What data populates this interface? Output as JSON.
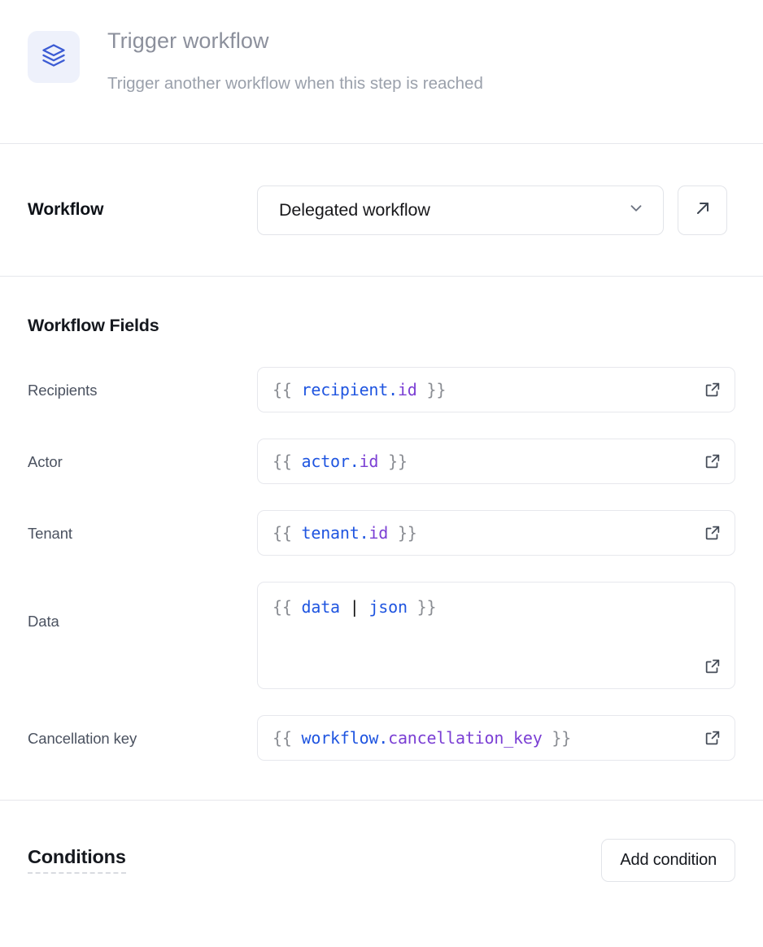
{
  "header": {
    "icon": "layers-icon",
    "icon_color": "#3b5bd4",
    "icon_bg": "#eef1fb",
    "title": "Trigger workflow",
    "subtitle": "Trigger another workflow when this step is reached"
  },
  "workflow": {
    "label": "Workflow",
    "select_value": "Delegated workflow",
    "select_icon": "chevron-down-icon",
    "open_button_icon": "arrow-up-right-icon"
  },
  "workflow_fields": {
    "title": "Workflow Fields",
    "rows": [
      {
        "label": "Recipients",
        "value": "{{ recipient.id }}",
        "tokens": [
          {
            "text": "{{ ",
            "type": "brace"
          },
          {
            "text": "recipient",
            "type": "obj"
          },
          {
            "text": ".",
            "type": "obj"
          },
          {
            "text": "id",
            "type": "prop"
          },
          {
            "text": " }}",
            "type": "brace"
          }
        ],
        "multiline": false,
        "expand_icon": "external-link-icon"
      },
      {
        "label": "Actor",
        "value": "{{ actor.id }}",
        "tokens": [
          {
            "text": "{{ ",
            "type": "brace"
          },
          {
            "text": "actor",
            "type": "obj"
          },
          {
            "text": ".",
            "type": "obj"
          },
          {
            "text": "id",
            "type": "prop"
          },
          {
            "text": " }}",
            "type": "brace"
          }
        ],
        "multiline": false,
        "expand_icon": "external-link-icon"
      },
      {
        "label": "Tenant",
        "value": "{{ tenant.id }}",
        "tokens": [
          {
            "text": "{{ ",
            "type": "brace"
          },
          {
            "text": "tenant",
            "type": "obj"
          },
          {
            "text": ".",
            "type": "obj"
          },
          {
            "text": "id",
            "type": "prop"
          },
          {
            "text": " }}",
            "type": "brace"
          }
        ],
        "multiline": false,
        "expand_icon": "external-link-icon"
      },
      {
        "label": "Data",
        "value": "{{ data | json }}",
        "tokens": [
          {
            "text": "{{ ",
            "type": "brace"
          },
          {
            "text": "data",
            "type": "obj"
          },
          {
            "text": " ",
            "type": "brace"
          },
          {
            "text": "|",
            "type": "pipe"
          },
          {
            "text": " ",
            "type": "brace"
          },
          {
            "text": "json",
            "type": "filter"
          },
          {
            "text": " }}",
            "type": "brace"
          }
        ],
        "multiline": true,
        "expand_icon": "external-link-icon"
      },
      {
        "label": "Cancellation key",
        "value": "{{ workflow.cancellation_key }}",
        "tokens": [
          {
            "text": "{{ ",
            "type": "brace"
          },
          {
            "text": "workflow",
            "type": "obj"
          },
          {
            "text": ".",
            "type": "obj"
          },
          {
            "text": "cancellation_key",
            "type": "prop"
          },
          {
            "text": " }}",
            "type": "brace"
          }
        ],
        "multiline": false,
        "expand_icon": "external-link-icon"
      }
    ]
  },
  "conditions": {
    "title": "Conditions",
    "add_button_label": "Add condition"
  },
  "colors": {
    "accent": "#3b5bd4",
    "token_object": "#1f55e0",
    "token_property": "#7b3fd4",
    "token_brace": "#8a8d93",
    "border": "#e2e4e9",
    "divider": "#e6e7ec",
    "muted_text": "#8c909c"
  }
}
